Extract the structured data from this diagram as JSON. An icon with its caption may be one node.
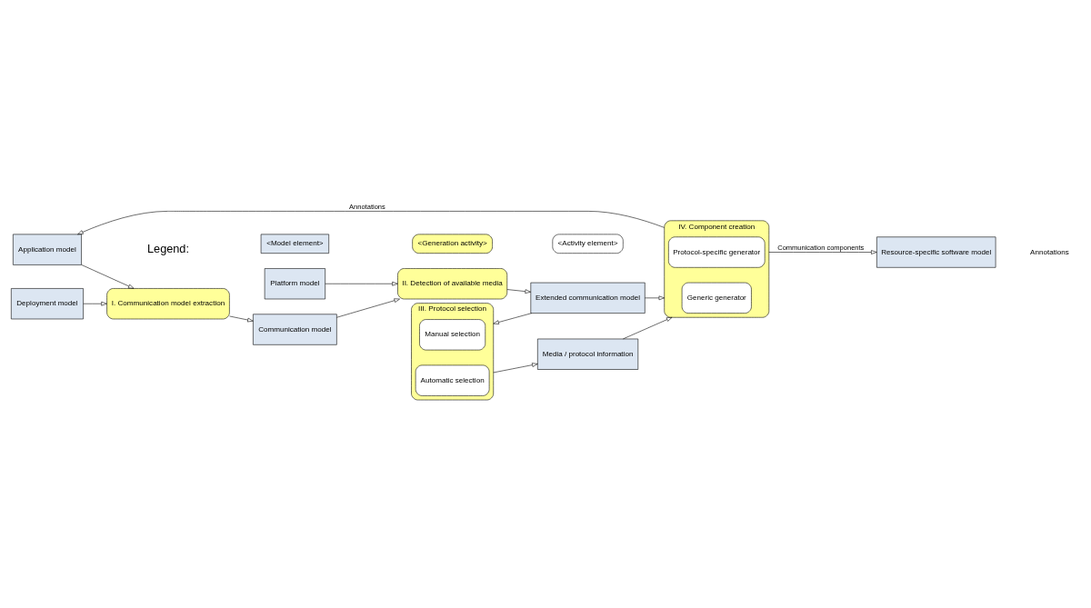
{
  "diagram": {
    "nodes": [
      {
        "text": [
          "Deployment model"
        ]
      },
      {
        "text": [
          "Platform model"
        ]
      },
      {
        "text": [
          "I. Communication model extraction"
        ]
      },
      {
        "text": [
          "Communication model"
        ]
      },
      {
        "text": [
          "II. Detection of available media"
        ]
      },
      {
        "text": [
          "Extended communication model"
        ]
      },
      {
        "text": [
          "III. Protocol selection"
        ]
      },
      {
        "text": [
          "Manual selection"
        ],
        "in": 6
      },
      {
        "text": [
          "Automatic selection"
        ],
        "in": 6
      },
      {
        "text": [
          "Application model"
        ]
      },
      {
        "text": [
          "IV. Component creation"
        ]
      },
      {
        "text": [
          "Generic generator"
        ],
        "in": 10
      },
      {
        "text": [
          "Protocol-specific generator"
        ],
        "in": 10
      },
      {
        "text": [
          "Media / protocol information"
        ]
      },
      {
        "text": [
          "Resource-specific software model"
        ]
      }
    ],
    "edges": [
      {
        "from": 0,
        "to": 2,
        "arrow": "to"
      },
      {
        "from": 1,
        "to": 4,
        "arrow": "to"
      },
      {
        "from": 9,
        "to": 2,
        "arrow": "to"
      },
      {
        "from": 2,
        "to": 3,
        "arrow": "to"
      },
      {
        "from": 3,
        "to": 4,
        "arrow": "to"
      },
      {
        "from": 4,
        "to": 5,
        "arrow": "to"
      },
      {
        "from": 5,
        "to": 6,
        "arrow": "to"
      },
      {
        "from": 5,
        "to": 10,
        "arrow": "to"
      },
      {
        "from": 6,
        "to": 13,
        "arrow": "to"
      },
      {
        "from": 13,
        "to": 10,
        "arrow": "to"
      },
      {
        "from": 10,
        "to": 9,
        "arrow": "to",
        "label": "Annotations"
      },
      {
        "from": 10,
        "to": 14,
        "arrow": "to",
        "label": "Communication components"
      }
    ],
    "labels": [
      "Annotations",
      "Legend:"
    ],
    "legend": [
      {
        "text": "<Model element>",
        "color": "#dce6f2"
      },
      {
        "text": "<Generation activity>",
        "color": "#ffff99"
      },
      {
        "text": "<Activity element>",
        "color": "#ffffff"
      }
    ]
  }
}
